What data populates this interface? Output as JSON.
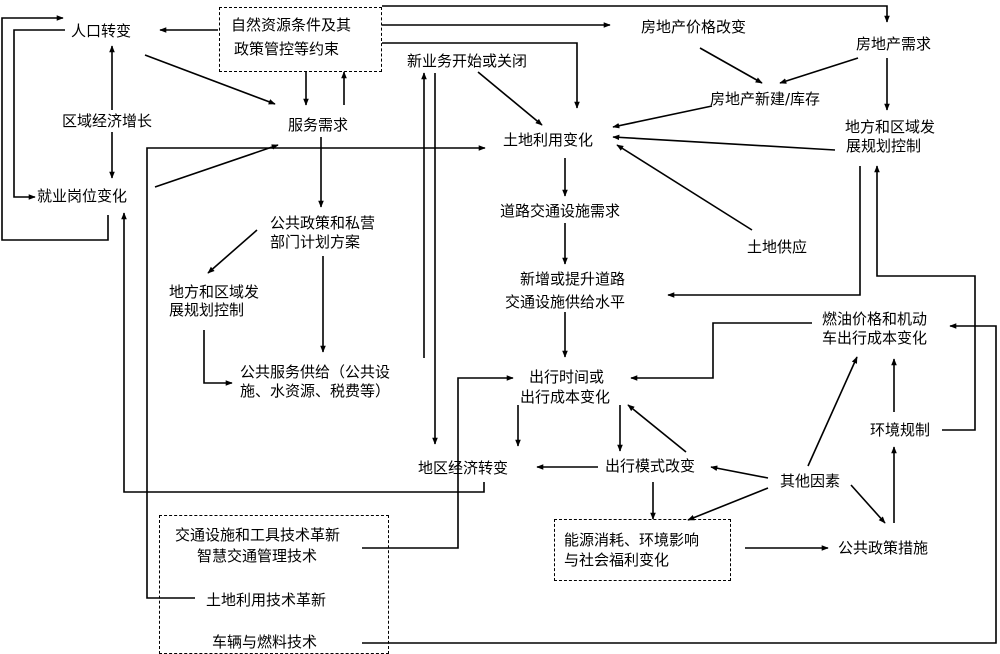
{
  "nodes": {
    "population": "人口转变",
    "resources_l1": "自然资源条件及其",
    "resources_l2": "政策管控等约束",
    "housing_price": "房地产价格改变",
    "housing_demand": "房地产需求",
    "new_business": "新业务开始或关闭",
    "housing_supply": "房地产新建/库存",
    "regional_growth": "区域经济增长",
    "service_demand": "服务需求",
    "land_use_change": "土地利用变化",
    "plan_control_right_l1": "地方和区域发",
    "plan_control_right_l2": "展规划控制",
    "job_change": "就业岗位变化",
    "road_demand": "道路交通设施需求",
    "policy_plan_l1": "公共政策和私营",
    "policy_plan_l2": "部门计划方案",
    "land_supply": "土地供应",
    "plan_control_left_l1": "地方和区域发",
    "plan_control_left_l2": "展规划控制",
    "road_supply_l1": "新增或提升道路",
    "road_supply_l2": "交通设施供给水平",
    "fuel_cost_l1": "燃油价格和机动",
    "fuel_cost_l2": "车出行成本变化",
    "public_service_l1": "公共服务供给（公共设",
    "public_service_l2": "施、水资源、税费等）",
    "travel_time_l1": "出行时间或",
    "travel_time_l2": "出行成本变化",
    "env_regulation": "环境规制",
    "regional_economy": "地区经济转变",
    "mode_change": "出行模式改变",
    "other_factors": "其他因素",
    "tech_transport": "交通设施和工具技术革新",
    "tech_smart": "智慧交通管理技术",
    "energy_l1": "能源消耗、环境影响",
    "energy_l2": "与社会福利变化",
    "public_policy": "公共政策措施",
    "tech_land": "土地利用技术革新",
    "tech_vehicle": "车辆与燃料技术"
  }
}
